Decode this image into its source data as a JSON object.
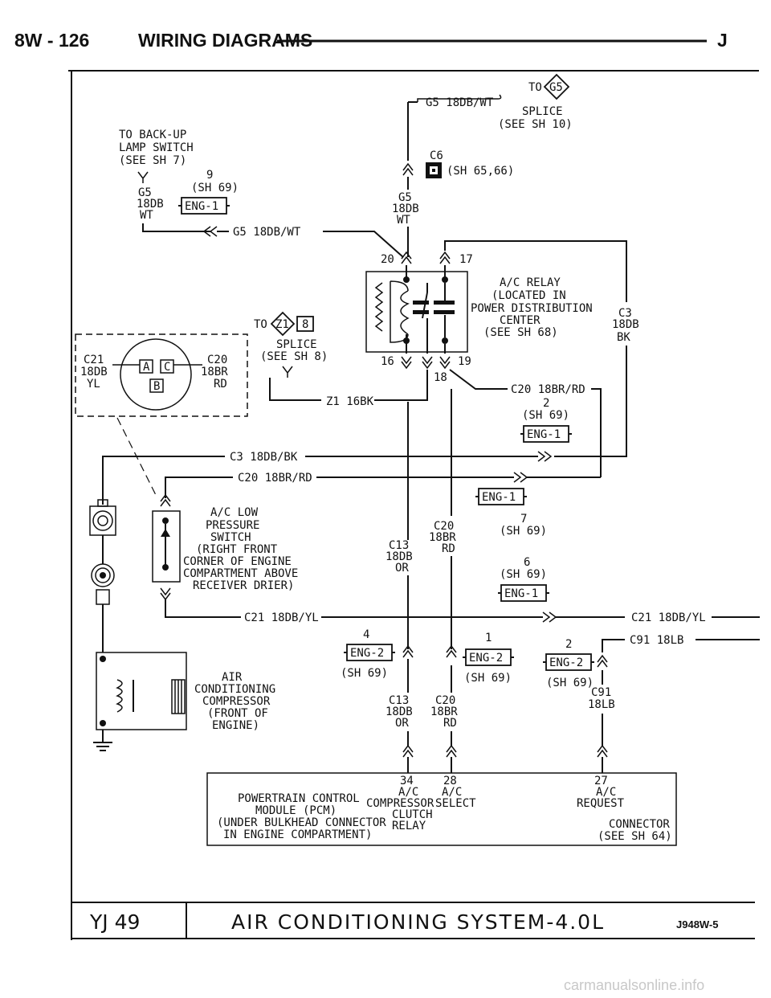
{
  "header": {
    "page": "8W - 126",
    "section": "WIRING DIAGRAMS",
    "letter": "J"
  },
  "footer": {
    "model": "YJ 49",
    "title": "AIR CONDITIONING SYSTEM-4.0L",
    "code": "J948W-5"
  },
  "watermark": "carmanualsonline.info",
  "labels": {
    "to_g5": "TO",
    "g5_badge": "G5",
    "g5_wire_top": "G5 18DB/WT",
    "splice_a": "SPLICE",
    "see_sh10": "(SEE SH 10)",
    "backup1": "TO BACK-UP",
    "backup2": "LAMP SWITCH",
    "backup3": "(SEE SH 7)",
    "c6": "C6",
    "sh6566": "(SH 65,66)",
    "pin9": "9",
    "sh69_a": "(SH 69)",
    "g5_l1": "G5",
    "g5_l2": "18DB",
    "g5_l3": "WT",
    "eng1_a": "ENG-1",
    "g5_r1": "G5",
    "g5_r2": "18DB",
    "g5_r3": "WT",
    "g5_wire_mid": "G5 18DB/WT",
    "pin20": "20",
    "pin17": "17",
    "relay1": "A/C RELAY",
    "relay2": "(LOCATED IN",
    "relay3": "POWER DISTRIBUTION",
    "relay4": "CENTER",
    "relay5": "(SEE SH 68)",
    "c3_1": "C3",
    "c3_2": "18DB",
    "c3_3": "BK",
    "to_z1": "TO",
    "z1_badge": "Z1",
    "z1_pin": "8",
    "splice_b": "SPLICE",
    "see_sh8": "(SEE SH 8)",
    "c21_1": "C21",
    "c21_2": "18DB",
    "c21_3": "YL",
    "c20_1": "C20",
    "c20_2": "18BR",
    "c20_3": "RD",
    "pin_a": "A",
    "pin_c": "C",
    "pin_b": "B",
    "pin16": "16",
    "pin19": "19",
    "pin18": "18",
    "c20_wire_relay": "C20 18BR/RD",
    "pin2_a": "2",
    "sh69_b": "(SH 69)",
    "eng1_b": "ENG-1",
    "z1_wire": "Z1 16BK",
    "c3_wire": "C3 18DB/BK",
    "c20_wire": "C20 18BR/RD",
    "eng1_c": "ENG-1",
    "pin7": "7",
    "sh69_c": "(SH 69)",
    "lps1": "A/C LOW",
    "lps2": "PRESSURE",
    "lps3": "SWITCH",
    "lps4": "(RIGHT FRONT",
    "lps5": "CORNER OF ENGINE",
    "lps6": "COMPARTMENT ABOVE",
    "lps7": "RECEIVER DRIER)",
    "c20m_1": "C20",
    "c20m_2": "18BR",
    "c20m_3": "RD",
    "c13m_1": "C13",
    "c13m_2": "18DB",
    "c13m_3": "OR",
    "pin6": "6",
    "sh69_d": "(SH 69)",
    "eng1_d": "ENG-1",
    "c21_wire": "C21 18DB/YL",
    "c21_wire_r": "C21 18DB/YL",
    "pin4": "4",
    "pin1": "1",
    "pin2_b": "2",
    "c91_wire": "C91 18LB",
    "eng2_a": "ENG-2",
    "eng2_b": "ENG-2",
    "eng2_c": "ENG-2",
    "sh69_e": "(SH 69)",
    "sh69_f": "(SH 69)",
    "sh69_g": "(SH 69)",
    "c91_1": "C91",
    "c91_2": "18LB",
    "acc1": "AIR",
    "acc2": "CONDITIONING",
    "acc3": "COMPRESSOR",
    "acc4": "(FRONT OF",
    "acc5": "ENGINE)",
    "c13b_1": "C13",
    "c13b_2": "18DB",
    "c13b_3": "OR",
    "c20b_1": "C20",
    "c20b_2": "18BR",
    "c20b_3": "RD",
    "pin34": "34",
    "pin28": "28",
    "pin27": "27",
    "pcm1": "POWERTRAIN CONTROL",
    "pcm2": "MODULE (PCM)",
    "pcm3": "(UNDER BULKHEAD CONNECTOR",
    "pcm4": "IN ENGINE COMPARTMENT)",
    "clutch1": "A/C",
    "clutch2": "COMPRESSOR",
    "clutch3": "CLUTCH",
    "clutch4": "RELAY",
    "sel1": "A/C",
    "sel2": "SELECT",
    "req1": "A/C",
    "req2": "REQUEST",
    "conn1": "CONNECTOR",
    "conn2": "(SEE SH 64)"
  }
}
